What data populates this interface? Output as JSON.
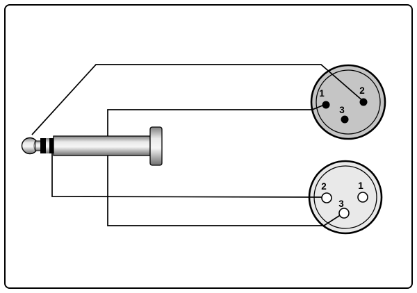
{
  "colors": {
    "background": "#ffffff",
    "frame": "#000000",
    "wire": "#000000",
    "xlr_male_fill": "#c5c5c5",
    "xlr_female_fill": "#e9e9e9",
    "pin_fill": "#000000",
    "hole_fill": "#ffffff"
  },
  "xlr_male": {
    "pins": [
      {
        "label": "1"
      },
      {
        "label": "2"
      },
      {
        "label": "3"
      }
    ]
  },
  "xlr_female": {
    "pins": [
      {
        "label": "2"
      },
      {
        "label": "1"
      },
      {
        "label": "3"
      }
    ]
  }
}
